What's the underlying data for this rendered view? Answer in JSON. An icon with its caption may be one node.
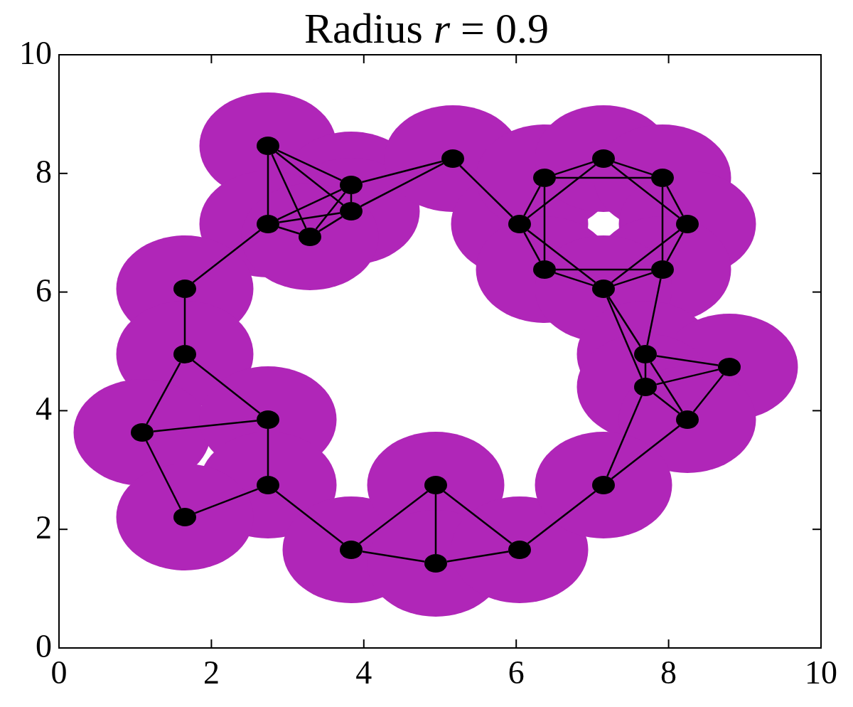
{
  "diagram": {
    "title": "Radius *r* = 0.9",
    "nodes": [
      {
        "text": [],
        "shape": "circle"
      },
      {
        "text": [],
        "shape": "circle"
      },
      {
        "text": [],
        "shape": "circle"
      },
      {
        "text": [],
        "shape": "circle"
      },
      {
        "text": [],
        "shape": "circle"
      },
      {
        "text": [],
        "shape": "circle"
      },
      {
        "text": [],
        "shape": "circle"
      },
      {
        "text": [],
        "shape": "circle"
      },
      {
        "text": [],
        "shape": "circle"
      },
      {
        "text": [],
        "shape": "circle"
      },
      {
        "text": [],
        "shape": "circle"
      },
      {
        "text": [],
        "shape": "circle"
      },
      {
        "text": [],
        "shape": "circle"
      },
      {
        "text": [],
        "shape": "circle"
      },
      {
        "text": [],
        "shape": "circle"
      },
      {
        "text": [],
        "shape": "circle"
      },
      {
        "text": [],
        "shape": "circle"
      },
      {
        "text": [],
        "shape": "circle"
      },
      {
        "text": [],
        "shape": "circle"
      },
      {
        "text": [],
        "shape": "circle"
      },
      {
        "text": [],
        "shape": "circle"
      },
      {
        "text": [],
        "shape": "circle"
      },
      {
        "text": [],
        "shape": "circle"
      },
      {
        "text": [],
        "shape": "circle"
      },
      {
        "text": [],
        "shape": "circle"
      },
      {
        "text": [],
        "shape": "circle"
      },
      {
        "text": [],
        "shape": "circle"
      },
      {
        "text": [],
        "shape": "circle"
      },
      {
        "text": [],
        "shape": "circle"
      }
    ],
    "edges": [
      {
        "from": 0,
        "to": 1,
        "arrow": "none"
      },
      {
        "from": 0,
        "to": 2,
        "arrow": "none"
      },
      {
        "from": 0,
        "to": 3,
        "arrow": "none"
      },
      {
        "from": 0,
        "to": 4,
        "arrow": "none"
      },
      {
        "from": 1,
        "to": 2,
        "arrow": "none"
      },
      {
        "from": 1,
        "to": 3,
        "arrow": "none"
      },
      {
        "from": 1,
        "to": 4,
        "arrow": "none"
      },
      {
        "from": 1,
        "to": 15,
        "arrow": "none"
      },
      {
        "from": 2,
        "to": 3,
        "arrow": "none"
      },
      {
        "from": 2,
        "to": 4,
        "arrow": "none"
      },
      {
        "from": 2,
        "to": 15,
        "arrow": "none"
      },
      {
        "from": 3,
        "to": 4,
        "arrow": "none"
      },
      {
        "from": 3,
        "to": 5,
        "arrow": "none"
      },
      {
        "from": 5,
        "to": 6,
        "arrow": "none"
      },
      {
        "from": 6,
        "to": 7,
        "arrow": "none"
      },
      {
        "from": 6,
        "to": 8,
        "arrow": "none"
      },
      {
        "from": 7,
        "to": 8,
        "arrow": "none"
      },
      {
        "from": 7,
        "to": 10,
        "arrow": "none"
      },
      {
        "from": 8,
        "to": 9,
        "arrow": "none"
      },
      {
        "from": 9,
        "to": 10,
        "arrow": "none"
      },
      {
        "from": 9,
        "to": 11,
        "arrow": "none"
      },
      {
        "from": 11,
        "to": 12,
        "arrow": "none"
      },
      {
        "from": 11,
        "to": 13,
        "arrow": "none"
      },
      {
        "from": 12,
        "to": 13,
        "arrow": "none"
      },
      {
        "from": 12,
        "to": 14,
        "arrow": "none"
      },
      {
        "from": 13,
        "to": 14,
        "arrow": "none"
      },
      {
        "from": 14,
        "to": 28,
        "arrow": "none"
      },
      {
        "from": 15,
        "to": 16,
        "arrow": "none"
      },
      {
        "from": 16,
        "to": 17,
        "arrow": "none"
      },
      {
        "from": 16,
        "to": 18,
        "arrow": "none"
      },
      {
        "from": 16,
        "to": 22,
        "arrow": "none"
      },
      {
        "from": 16,
        "to": 23,
        "arrow": "none"
      },
      {
        "from": 17,
        "to": 18,
        "arrow": "none"
      },
      {
        "from": 17,
        "to": 19,
        "arrow": "none"
      },
      {
        "from": 17,
        "to": 22,
        "arrow": "none"
      },
      {
        "from": 18,
        "to": 19,
        "arrow": "none"
      },
      {
        "from": 18,
        "to": 20,
        "arrow": "none"
      },
      {
        "from": 19,
        "to": 20,
        "arrow": "none"
      },
      {
        "from": 19,
        "to": 21,
        "arrow": "none"
      },
      {
        "from": 20,
        "to": 21,
        "arrow": "none"
      },
      {
        "from": 20,
        "to": 23,
        "arrow": "none"
      },
      {
        "from": 21,
        "to": 22,
        "arrow": "none"
      },
      {
        "from": 21,
        "to": 23,
        "arrow": "none"
      },
      {
        "from": 21,
        "to": 24,
        "arrow": "none"
      },
      {
        "from": 22,
        "to": 23,
        "arrow": "none"
      },
      {
        "from": 23,
        "to": 24,
        "arrow": "none"
      },
      {
        "from": 23,
        "to": 26,
        "arrow": "none"
      },
      {
        "from": 24,
        "to": 25,
        "arrow": "none"
      },
      {
        "from": 24,
        "to": 26,
        "arrow": "none"
      },
      {
        "from": 24,
        "to": 27,
        "arrow": "none"
      },
      {
        "from": 25,
        "to": 26,
        "arrow": "none"
      },
      {
        "from": 25,
        "to": 27,
        "arrow": "none"
      },
      {
        "from": 26,
        "to": 27,
        "arrow": "none"
      },
      {
        "from": 26,
        "to": 28,
        "arrow": "none"
      },
      {
        "from": 27,
        "to": 28,
        "arrow": "none"
      }
    ],
    "labels": [
      "10",
      "8",
      "6",
      "4",
      "2",
      "0",
      "0",
      "2",
      "4",
      "6",
      "8",
      "10"
    ]
  }
}
